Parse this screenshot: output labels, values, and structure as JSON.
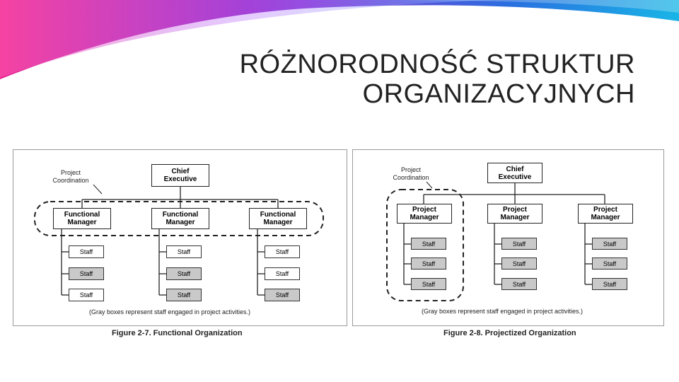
{
  "slide": {
    "title_line1": "RÓŻNORODNOŚĆ STRUKTUR",
    "title_line2": "ORGANIZACYJNYCH"
  },
  "colors": {
    "banner_magenta": "#e6198c",
    "banner_purple": "#7a2fd0",
    "banner_cyan": "#19b5e6",
    "gray_box": "#c9c9c9"
  },
  "figure1": {
    "annotation": [
      "Project",
      "Coordination"
    ],
    "chief": [
      "Chief",
      "Executive"
    ],
    "managers": [
      [
        "Functional",
        "Manager"
      ],
      [
        "Functional",
        "Manager"
      ],
      [
        "Functional",
        "Manager"
      ]
    ],
    "staff": [
      [
        {
          "label": "Staff",
          "gray": false
        },
        {
          "label": "Staff",
          "gray": true
        },
        {
          "label": "Staff",
          "gray": false
        }
      ],
      [
        {
          "label": "Staff",
          "gray": false
        },
        {
          "label": "Staff",
          "gray": true
        },
        {
          "label": "Staff",
          "gray": true
        }
      ],
      [
        {
          "label": "Staff",
          "gray": false
        },
        {
          "label": "Staff",
          "gray": false
        },
        {
          "label": "Staff",
          "gray": true
        }
      ]
    ],
    "note": "(Gray boxes represent staff engaged in project activities.)",
    "caption": "Figure 2-7. Functional Organization"
  },
  "figure2": {
    "annotation": [
      "Project",
      "Coordination"
    ],
    "chief": [
      "Chief",
      "Executive"
    ],
    "managers": [
      [
        "Project",
        "Manager"
      ],
      [
        "Project",
        "Manager"
      ],
      [
        "Project",
        "Manager"
      ]
    ],
    "staff": [
      [
        {
          "label": "Staff",
          "gray": true
        },
        {
          "label": "Staff",
          "gray": true
        },
        {
          "label": "Staff",
          "gray": true
        }
      ],
      [
        {
          "label": "Staff",
          "gray": true
        },
        {
          "label": "Staff",
          "gray": true
        },
        {
          "label": "Staff",
          "gray": true
        }
      ],
      [
        {
          "label": "Staff",
          "gray": true
        },
        {
          "label": "Staff",
          "gray": true
        },
        {
          "label": "Staff",
          "gray": true
        }
      ]
    ],
    "note": "(Gray boxes represent staff engaged in project activities.)",
    "caption": "Figure 2-8. Projectized Organization"
  }
}
